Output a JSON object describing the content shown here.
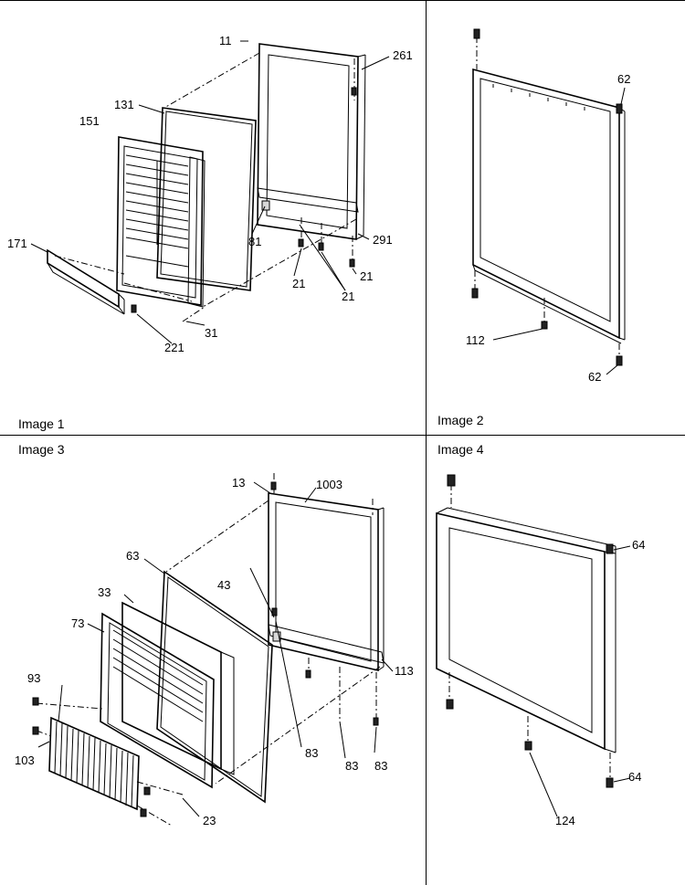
{
  "panels": [
    {
      "label": "Image 1"
    },
    {
      "label": "Image 2"
    },
    {
      "label": "Image 3"
    },
    {
      "label": "Image 4"
    }
  ],
  "callouts": {
    "p1": [
      "11",
      "261",
      "131",
      "151",
      "171",
      "81",
      "291",
      "21",
      "21",
      "21",
      "31",
      "221"
    ],
    "p2": [
      "62",
      "112",
      "62"
    ],
    "p3": [
      "13",
      "1003",
      "63",
      "33",
      "73",
      "43",
      "113",
      "93",
      "103",
      "83",
      "83",
      "83",
      "23"
    ],
    "p4": [
      "64",
      "64",
      "124"
    ]
  }
}
